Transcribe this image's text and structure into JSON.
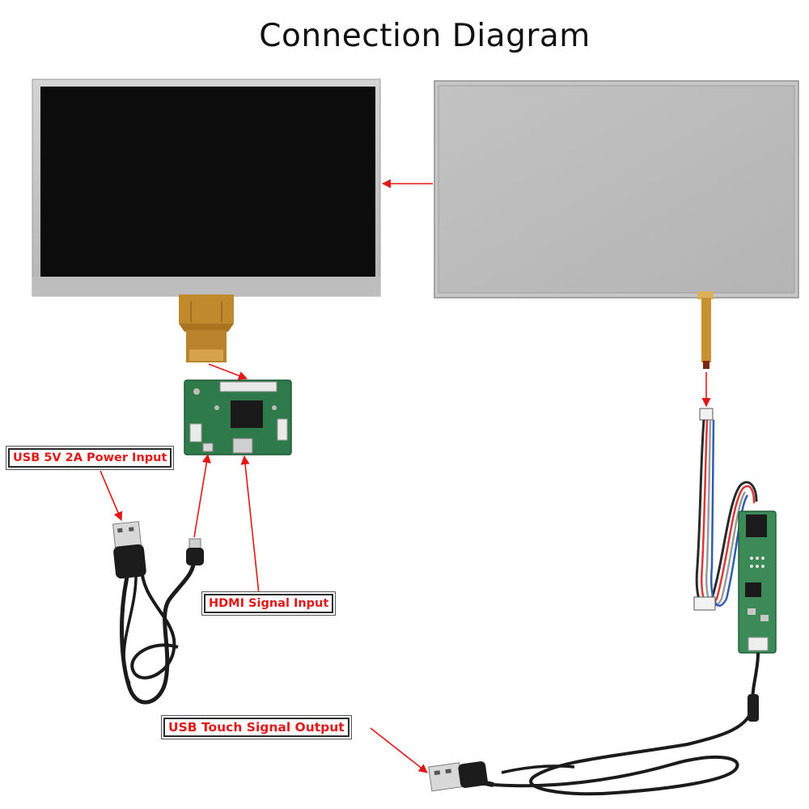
{
  "title": "Connection Diagram",
  "labels": {
    "usb_power": "USB 5V 2A Power Input",
    "hdmi_input": "HDMI Signal Input",
    "usb_touch_output": "USB Touch Signal Output"
  },
  "colors": {
    "arrow": "#e11818",
    "lcd_screen": "#0c0c0c",
    "lcd_bezel": "#c9c9c9",
    "touch_panel": "#b9b9b9",
    "pcb": "#2e7a4a",
    "fpc": "#b8832a",
    "cable": "#1b1b1b"
  },
  "icons": [
    "lcd-panel",
    "touch-panel",
    "hdmi-driver-board",
    "usb-touch-controller",
    "usb-a-plug",
    "micro-usb-plug"
  ]
}
